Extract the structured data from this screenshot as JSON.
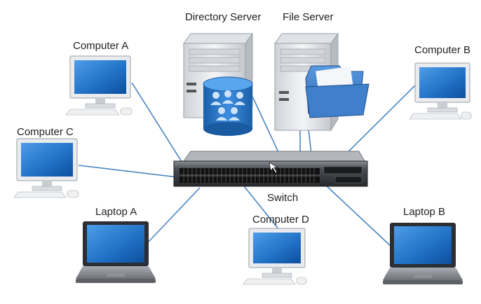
{
  "nodes": {
    "directory_server": "Directory Server",
    "file_server": "File Server",
    "computer_a": "Computer A",
    "computer_b": "Computer B",
    "computer_c": "Computer C",
    "computer_d": "Computer D",
    "laptop_a": "Laptop A",
    "laptop_b": "Laptop B",
    "switch": "Switch"
  },
  "colors": {
    "cable": "#4a86c0",
    "screen": "#1f6fc4",
    "device_body": "#e9ebee",
    "switch_body": "#3a3d42"
  },
  "icons": {
    "directory_server": "server-with-users-icon",
    "file_server": "server-with-folder-icon",
    "computer": "desktop-computer-icon",
    "laptop": "laptop-icon",
    "switch": "network-switch-icon"
  }
}
